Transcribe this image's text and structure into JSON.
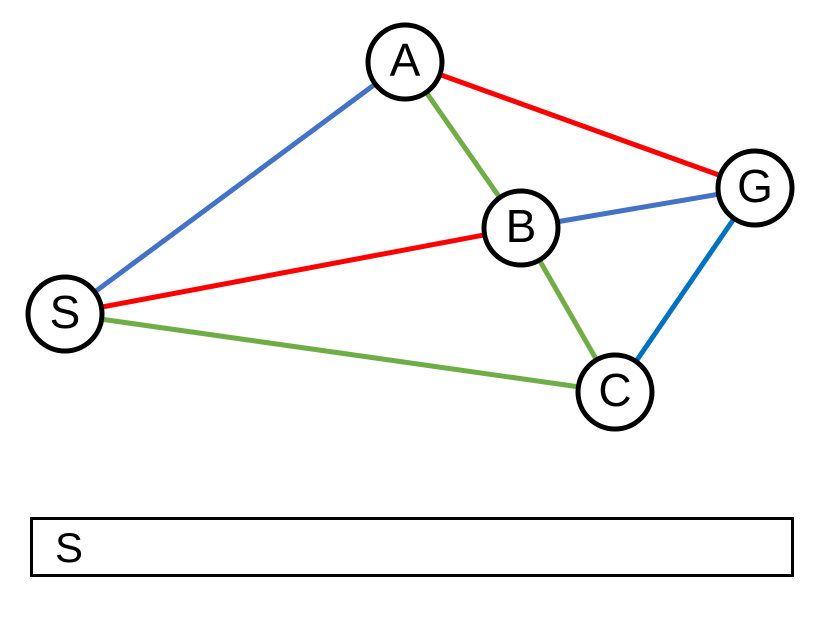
{
  "graph": {
    "nodes": [
      {
        "id": "A",
        "label": "A"
      },
      {
        "id": "B",
        "label": "B"
      },
      {
        "id": "C",
        "label": "C"
      },
      {
        "id": "G",
        "label": "G"
      },
      {
        "id": "S",
        "label": "S"
      }
    ],
    "edges": [
      {
        "from": "S",
        "to": "A",
        "color": "#4472C4"
      },
      {
        "from": "S",
        "to": "B",
        "color": "#FF0000"
      },
      {
        "from": "S",
        "to": "C",
        "color": "#70AD47"
      },
      {
        "from": "A",
        "to": "B",
        "color": "#70AD47"
      },
      {
        "from": "A",
        "to": "G",
        "color": "#FF0000"
      },
      {
        "from": "B",
        "to": "G",
        "color": "#4472C4"
      },
      {
        "from": "B",
        "to": "C",
        "color": "#70AD47"
      },
      {
        "from": "C",
        "to": "G",
        "color": "#0070C0"
      }
    ]
  },
  "output": {
    "text": "S"
  }
}
